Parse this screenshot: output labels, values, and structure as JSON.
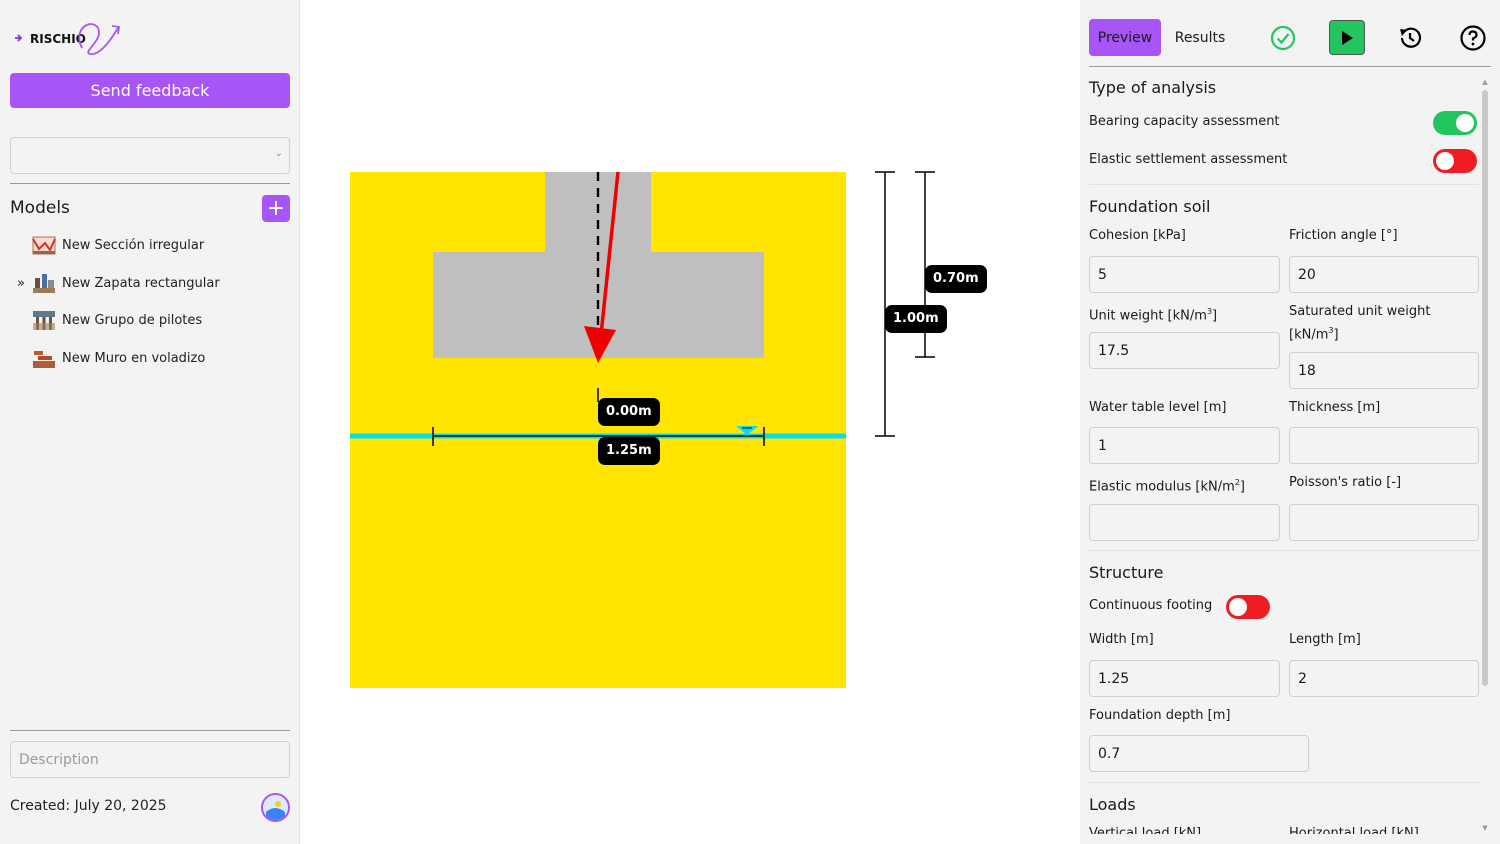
{
  "sidebar": {
    "logo_text": "RISCHIO",
    "feedback_label": "Send feedback",
    "models_title": "Models",
    "add_label": "+",
    "models": [
      {
        "label": "New Sección irregular",
        "icon": "irregular-section-icon",
        "expanded": false
      },
      {
        "label": "New Zapata rectangular",
        "icon": "rectangular-footing-icon",
        "expanded": true
      },
      {
        "label": "New Grupo de pilotes",
        "icon": "pile-group-icon",
        "expanded": false
      },
      {
        "label": "New Muro en voladizo",
        "icon": "cantilever-wall-icon",
        "expanded": false
      }
    ],
    "expand_glyph": "»",
    "description_placeholder": "Description",
    "created": "Created: July 20, 2025"
  },
  "canvas": {
    "soil_color": "#ffe500",
    "structure_color": "#bfbfbf",
    "water_color": "#00e0f0",
    "load_color": "#ee0000",
    "dims": {
      "depth_total": "1.00m",
      "foundation_depth": "0.70m",
      "water_offset": "0.00m",
      "width": "1.25m"
    }
  },
  "panel": {
    "tabs": {
      "preview": "Preview",
      "results": "Results"
    },
    "toolbar_icons": [
      "check-circle-icon",
      "play-icon",
      "history-icon",
      "help-icon"
    ],
    "analysis": {
      "title": "Type of analysis",
      "bearing_label": "Bearing capacity assessment",
      "bearing_on": true,
      "settlement_label": "Elastic settlement assessment",
      "settlement_on": false
    },
    "soil": {
      "title": "Foundation soil",
      "cohesion_label": "Cohesion [kPa]",
      "cohesion": "5",
      "friction_label": "Friction angle [°]",
      "friction": "20",
      "unit_weight_label": "Unit weight [kN/m",
      "unit_weight": "17.5",
      "sat_weight_label_1": "Saturated unit weight",
      "sat_weight_label_2": "[kN/m",
      "sat_weight": "18",
      "water_label": "Water table level [m]",
      "water": "1",
      "thickness_label": "Thickness [m]",
      "thickness": "",
      "elastic_label": "Elastic modulus [kN/m",
      "elastic": "",
      "poisson_label": "Poisson's ratio [-]",
      "poisson": "",
      "sup3": "3",
      "sup2": "2",
      "close_bracket": "]"
    },
    "structure": {
      "title": "Structure",
      "continuous_label": "Continuous footing",
      "continuous_on": false,
      "width_label": "Width [m]",
      "width": "1.25",
      "length_label": "Length [m]",
      "length": "2",
      "depth_label": "Foundation depth [m]",
      "depth": "0.7"
    },
    "loads": {
      "title": "Loads",
      "vertical_label": "Vertical load [kN]",
      "horizontal_label": "Horizontal load [kN]"
    }
  }
}
